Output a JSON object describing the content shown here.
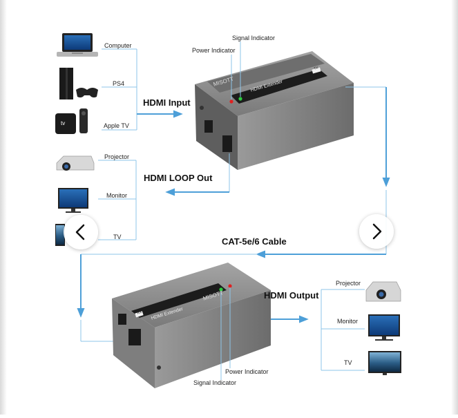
{
  "sources": {
    "computer": "Computer",
    "ps4": "PS4",
    "apple_tv": "Apple TV",
    "apple_tv_logo": "tv"
  },
  "transmitter": {
    "brand": "MISOTT",
    "model": "HDMI Extender",
    "badge": "TX",
    "signal_indicator": "Signal Indicator",
    "power_indicator": "Power Indicator"
  },
  "loop_outputs": {
    "projector": "Projector",
    "monitor": "Monitor",
    "tv": "TV"
  },
  "flows": {
    "hdmi_input": "HDMI Input",
    "hdmi_loop_out": "HDMI LOOP Out",
    "cat_cable": "CAT-5e/6 Cable",
    "hdmi_output": "HDMI Output"
  },
  "receiver": {
    "brand": "MISOTT",
    "model": "HDMI Extender",
    "badge": "RX",
    "power_indicator": "Power Indicator",
    "signal_indicator": "Signal Indicator"
  },
  "outputs": {
    "projector": "Projector",
    "monitor": "Monitor",
    "tv": "TV"
  },
  "navigation": {
    "prev_icon": "chevron-left-icon",
    "next_icon": "chevron-right-icon"
  },
  "colors": {
    "connector_line": "#8cc4e8",
    "arrow": "#4d9fd8",
    "device_body": "#8c8c8c",
    "device_dark": "#4a4a4a",
    "power_led": "#e02020",
    "signal_led": "#2ecc40"
  }
}
